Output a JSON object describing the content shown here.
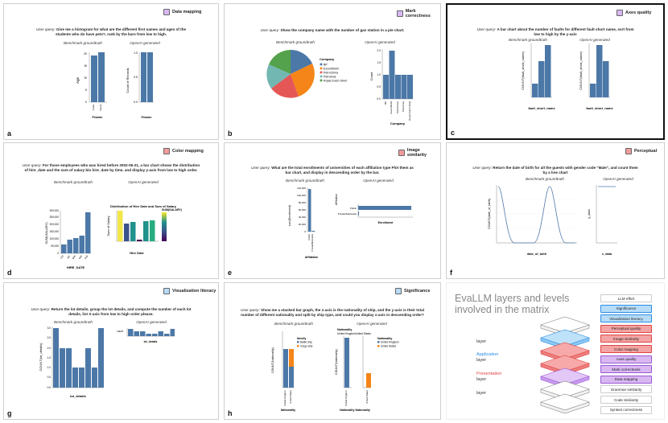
{
  "panels": {
    "a": {
      "letter": "a",
      "tag": "Data mapping",
      "tag_color": "#d9b8f2",
      "query_prefix": "User query:",
      "query": "Give me a histogram for what are the different first names and ages of the students who do have pets?, rank by the bars from low to high.",
      "bench": "Benchmark groundtruth",
      "openai": "OpenAI generated",
      "bench_ylabel": "Age",
      "bench_xlabel": "Fname",
      "openai_ylabel": "Count of Records",
      "openai_xlabel": "Fname",
      "bench_ticks": [
        "0",
        "5",
        "10",
        "15",
        "20"
      ],
      "openai_ticks": [
        "0.0",
        "0.5",
        "1.0"
      ],
      "cats": [
        "Linda",
        "David"
      ]
    },
    "b": {
      "letter": "b",
      "tag": "Mark correctness",
      "tag_color": "#d9b8f2",
      "query_prefix": "User query:",
      "query": "Show the company name with the number of gas station in a pie chart.",
      "bench": "Benchmark groundtruth",
      "openai": "OpenAI generated",
      "legend_title": "Company",
      "legend": [
        "BP",
        "ExxonMobil",
        "PetroChina",
        "Petrobras",
        "Royal Dutch Shell"
      ],
      "openai_ylabel": "Count",
      "openai_xlabel": "Company",
      "openai_ticks": [
        "0.0",
        "0.5",
        "1.0",
        "1.5",
        "2.0"
      ]
    },
    "c": {
      "letter": "c",
      "tag": "Axes quality",
      "tag_color": "#d9b8f2",
      "query_prefix": "User query:",
      "query": "A bar chart about the number of faults for different fault short name, sort from low to high by the y-axis",
      "bench": "Benchmark groundtruth",
      "openai": "OpenAI generated",
      "bench_ylabel": "COUNT(fault_short_name)",
      "bench_xlabel": "fault_short_name",
      "openai_ylabel": "COUNT(fault_short_name)",
      "openai_xlabel": "fault_short_name"
    },
    "d": {
      "letter": "d",
      "tag": "Color mapping",
      "tag_color": "#f29c9c",
      "query_prefix": "User query:",
      "query": "For those employees who was hired before 2002-06-21, a bar chart shows the distribution of hire_date and the sum of salary bin hire_date by time, and display y-axis from low to high order.",
      "bench": "Benchmark groundtruth",
      "openai": "OpenAI generated",
      "bench_ylabel": "SUM(SALARY)",
      "bench_xlabel": "HIRE_DATE",
      "openai_title": "Distribution of Hire Date and Sum of Salary",
      "openai_ylabel": "Sum of Salary",
      "openai_xlabel": "Hire Date",
      "colorbar_title": "SUM(SALARY)",
      "bench_ticks": [
        "0",
        "50,000",
        "100,000",
        "150,000",
        "200,000",
        "250,000",
        "300,000"
      ],
      "cats": [
        "Oct",
        "Jan",
        "Mar",
        "Sep",
        "Aug"
      ]
    },
    "e": {
      "letter": "e",
      "tag": "Image similarity",
      "tag_color": "#f29c9c",
      "query_prefix": "User query:",
      "query": "What are the total enrollments of universities of each affiliation type Plot them as bar chart, and display in descending order by the bar.",
      "bench": "Benchmark groundtruth",
      "openai": "OpenAI generated",
      "bench_ylabel": "sum(Enrollment)",
      "bench_xlabel": "Affiliation",
      "openai_ylabel": "Affiliation",
      "openai_xlabel": "Enrollment",
      "bench_ticks": [
        "0",
        "20,000",
        "40,000",
        "60,000",
        "80,000",
        "100,000",
        "120,000"
      ],
      "cats": [
        "Public",
        "Private/Methodist"
      ]
    },
    "f": {
      "letter": "f",
      "tag": "Perceptual",
      "tag_color": "#f29c9c",
      "query_prefix": "User query:",
      "query": "Return the date of birth for all the guests with gender code \"Male\", and count them by a line chart",
      "bench": "Benchmark groundtruth",
      "openai": "OpenAI generated",
      "bench_ylabel": "COUNT(date_of_birth)",
      "bench_xlabel": "date_of_birth",
      "openai_ylabel": "y_data",
      "openai_xlabel": "x_data"
    },
    "g": {
      "letter": "g",
      "tag": "Visualization literacy",
      "tag_color": "#b6dcf7",
      "query_prefix": "User query:",
      "query": "Return the lot details, group the lot details, and compute the number of each lot details, list X-axis from low to high order please.",
      "bench": "Benchmark groundtruth",
      "openai": "OpenAI generated",
      "bench_ylabel": "COUNT(lot_details)",
      "bench_xlabel": "lot_details",
      "openai_ylabel": "count",
      "openai_xlabel": "lot_details",
      "bench_ticks": [
        "0.0",
        "0.5",
        "1.0",
        "1.5",
        "2.0",
        "2.5",
        "3.0"
      ]
    },
    "h": {
      "letter": "h",
      "tag": "Significance",
      "tag_color": "#b6dcf7",
      "query_prefix": "User query:",
      "query": "Show me a stacked bar graph, the x-axis is the nationality of ship, and the y-axis is their total number of different nationality and split by ship type, and could you display x-axis in descending order?",
      "bench": "Benchmark groundtruth",
      "openai": "OpenAI generated",
      "bench_ylabel": "COUNT(Nationality)",
      "bench_xlabel": "Nationality",
      "bench_legend_title": "Idecify",
      "bench_legend": [
        "Battle ship",
        "Cargo ship"
      ],
      "openai_title": "Nationality",
      "openai_subtitle": "United KingdomUnited States",
      "openai_ylabel": "COUNT(Nationality)",
      "openai_xlabel": "Nationality Nationality",
      "openai_legend_title": "Nationality",
      "openai_legend": [
        "United Kingdom",
        "United States"
      ],
      "cats": [
        "United Kingdom",
        "United States"
      ]
    }
  },
  "matrix": {
    "title": "EvaLLM layers and levels involved in the matrix",
    "layers": [
      {
        "prefix": "",
        "name": "",
        "suffix": "layer",
        "color": "#333"
      },
      {
        "prefix": "",
        "name": "Application",
        "suffix": "layer",
        "color": "#2a8ee6"
      },
      {
        "prefix": "",
        "name": "Presentation",
        "suffix": "layer",
        "color": "#e04545"
      },
      {
        "prefix": "",
        "name": "",
        "suffix": "layer",
        "color": "#333"
      }
    ],
    "levels": [
      {
        "label": "LLM effort",
        "group": "none"
      },
      {
        "label": "Significance",
        "group": "app"
      },
      {
        "label": "Visualization literacy",
        "group": "app"
      },
      {
        "label": "Perceptual quality",
        "group": "pres"
      },
      {
        "label": "Image similarity",
        "group": "pres"
      },
      {
        "label": "Color mapping",
        "group": "pres"
      },
      {
        "label": "Axes quality",
        "group": "data"
      },
      {
        "label": "Mark correctness",
        "group": "data"
      },
      {
        "label": "Data mapping",
        "group": "data"
      },
      {
        "label": "Grammar similarity",
        "group": "none"
      },
      {
        "label": "Code similarity",
        "group": "none"
      },
      {
        "label": "Syntact correctness",
        "group": "none"
      }
    ],
    "group_colors": {
      "none": "#ffffff",
      "app": "#b6dcf7",
      "pres": "#f4a4a4",
      "data": "#d9b8f2"
    }
  }
}
